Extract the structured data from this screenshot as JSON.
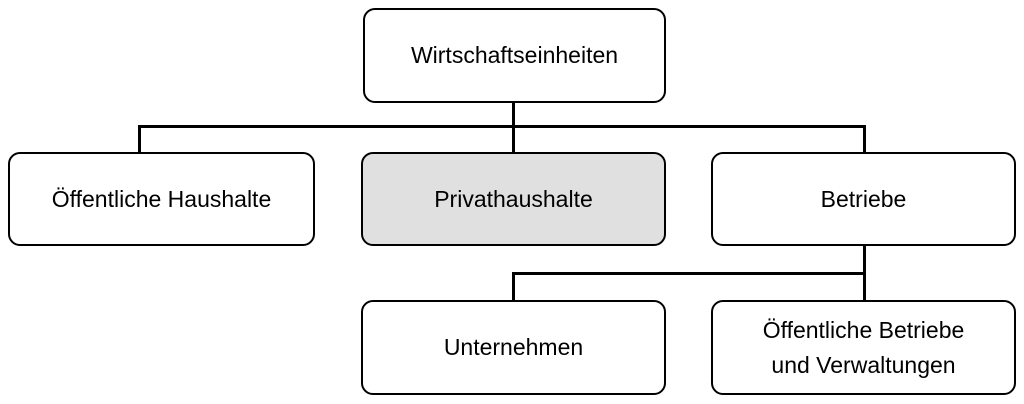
{
  "diagram": {
    "type": "tree",
    "colors": {
      "background": "#ffffff",
      "node_fill": "#ffffff",
      "highlight_fill": "#e0e0e0",
      "border": "#000000",
      "connector": "#000000"
    },
    "nodes": {
      "wirtschaftseinheiten": {
        "label": "Wirtschaftseinheiten",
        "highlighted": false
      },
      "oeffentliche_haushalte": {
        "label": "Öffentliche Haushalte",
        "highlighted": false
      },
      "privathaushalte": {
        "label": "Privathaushalte",
        "highlighted": true
      },
      "betriebe": {
        "label": "Betriebe",
        "highlighted": false
      },
      "unternehmen": {
        "label": "Unternehmen",
        "highlighted": false
      },
      "oeffentliche_betriebe": {
        "label": "Öffentliche Betriebe und Verwaltungen",
        "lines": [
          "Öffentliche Betriebe",
          "und Verwaltungen"
        ],
        "highlighted": false
      }
    },
    "edges": [
      {
        "from": "Wirtschaftseinheiten",
        "to": "Öffentliche Haushalte"
      },
      {
        "from": "Wirtschaftseinheiten",
        "to": "Privathaushalte"
      },
      {
        "from": "Wirtschaftseinheiten",
        "to": "Betriebe"
      },
      {
        "from": "Betriebe",
        "to": "Unternehmen"
      },
      {
        "from": "Betriebe",
        "to": "Öffentliche Betriebe und Verwaltungen"
      }
    ]
  }
}
